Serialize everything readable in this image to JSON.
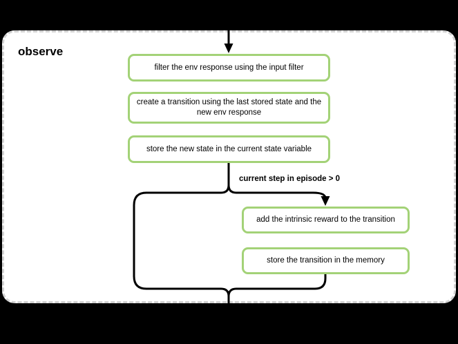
{
  "diagram": {
    "title": "observe",
    "condition_label": "current step in episode > 0",
    "nodes": [
      {
        "id": "filter-env-response",
        "label": "filter the env response using the input filter"
      },
      {
        "id": "create-transition",
        "label": "create a transition using the last stored state and the new env response"
      },
      {
        "id": "store-state",
        "label": "store the new state in the current state variable"
      },
      {
        "id": "add-intrinsic-reward",
        "label": "add the intrinsic reward to the transition"
      },
      {
        "id": "store-transition",
        "label": "store the transition in the memory"
      }
    ],
    "edges": [
      {
        "from": "entry-arrow-top",
        "to": "filter-env-response",
        "style": "arrow"
      },
      {
        "from": "store-state",
        "to": "add-intrinsic-reward",
        "style": "arrow",
        "label": "current step in episode > 0"
      },
      {
        "from": "store-state",
        "to": "exit-bottom",
        "style": "bypass-line"
      },
      {
        "from": "store-transition",
        "to": "exit-bottom",
        "style": "line"
      }
    ],
    "colors": {
      "node_border": "#a3d277",
      "node_fill": "#ffffff",
      "frame_border": "#d2d2d2",
      "frame_fill": "#ffffff",
      "line": "#000000",
      "page_background": "#000000"
    }
  }
}
